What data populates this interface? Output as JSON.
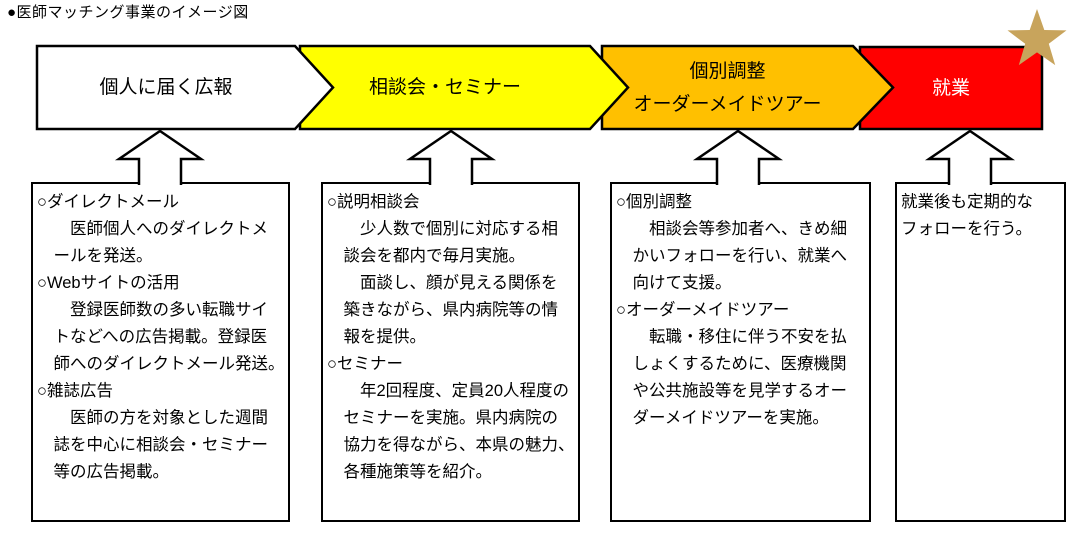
{
  "title": "●医師マッチング事業のイメージ図",
  "colors": {
    "stage1_fill": "#FFFFFF",
    "stage2_fill": "#FFFF00",
    "stage3_fill": "#FFC000",
    "stage4_fill": "#FF0000",
    "star_fill": "#C8A45C",
    "outline": "#000000",
    "stage4_text": "#FFFFFF"
  },
  "stages": [
    {
      "label": "個人に届く広報",
      "detail_lines": [
        "○ダイレクトメール",
        "　　医師個人へのダイレクトメ",
        "　ールを発送。",
        "○Webサイトの活用",
        "　　登録医師数の多い転職サイ",
        "　トなどへの広告掲載。登録医",
        "　師へのダイレクトメール発送。",
        "○雑誌広告",
        "　　医師の方を対象とした週間",
        "　誌を中心に相談会・セミナー",
        "　等の広告掲載。"
      ]
    },
    {
      "label": "相談会・セミナー",
      "detail_lines": [
        "○説明相談会",
        "　　少人数で個別に対応する相",
        "　談会を都内で毎月実施。",
        "　　面談し、顔が見える関係を",
        "　築きながら、県内病院等の情",
        "　報を提供。",
        "○セミナー",
        "　　年2回程度、定員20人程度の",
        "　セミナーを実施。県内病院の",
        "　協力を得ながら、本県の魅力、",
        "　各種施策等を紹介。"
      ]
    },
    {
      "label_line1": "個別調整",
      "label_line2": "オーダーメイドツアー",
      "detail_lines": [
        "○個別調整",
        "　　相談会等参加者へ、きめ細",
        "　かいフォローを行い、就業へ",
        "　向けて支援。",
        "○オーダーメイドツアー",
        "　　転職・移住に伴う不安を払",
        "　しょくするために、医療機関",
        "　や公共施設等を見学するオー",
        "　ダーメイドツアーを実施。"
      ]
    },
    {
      "label": "就業",
      "detail_lines": [
        "就業後も定期的な",
        "フォローを行う。"
      ]
    }
  ]
}
